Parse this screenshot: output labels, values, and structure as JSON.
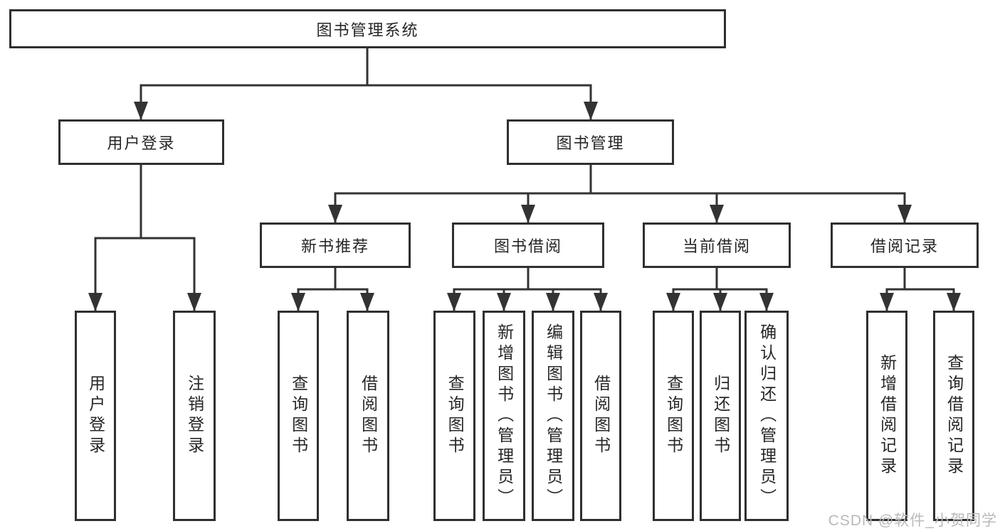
{
  "diagram": {
    "root": {
      "label": "图书管理系统"
    },
    "level2": [
      {
        "id": "user-login",
        "label": "用户登录"
      },
      {
        "id": "book-management",
        "label": "图书管理"
      }
    ],
    "level3": [
      {
        "id": "new-book-recommend",
        "parent": "图书管理",
        "label": "新书推荐"
      },
      {
        "id": "book-borrowing",
        "parent": "图书管理",
        "label": "图书借阅"
      },
      {
        "id": "current-borrowing",
        "parent": "图书管理",
        "label": "当前借阅"
      },
      {
        "id": "borrowing-records",
        "parent": "图书管理",
        "label": "借阅记录"
      }
    ],
    "leaves": [
      {
        "parent": "用户登录",
        "label": "用户登录"
      },
      {
        "parent": "用户登录",
        "label": "注销登录"
      },
      {
        "parent": "新书推荐",
        "label": "查询图书"
      },
      {
        "parent": "新书推荐",
        "label": "借阅图书"
      },
      {
        "parent": "图书借阅",
        "label": "查询图书"
      },
      {
        "parent": "图书借阅",
        "label": "新增图书（管理员）"
      },
      {
        "parent": "图书借阅",
        "label": "编辑图书（管理员）"
      },
      {
        "parent": "图书借阅",
        "label": "借阅图书"
      },
      {
        "parent": "当前借阅",
        "label": "查询图书"
      },
      {
        "parent": "当前借阅",
        "label": "归还图书"
      },
      {
        "parent": "当前借阅",
        "label": "确认归还（管理员）"
      },
      {
        "parent": "借阅记录",
        "label": "新增借阅记录"
      },
      {
        "parent": "借阅记录",
        "label": "查询借阅记录"
      }
    ]
  },
  "watermark": {
    "text": "CSDN @软件_小贺同学",
    "color": "#b9b9b9"
  },
  "style": {
    "line_color": "#333333",
    "box_border_color": "#2f2f2f",
    "text_color": "#262626",
    "box_background": "#ffffff",
    "page_background": "#ffffff"
  }
}
